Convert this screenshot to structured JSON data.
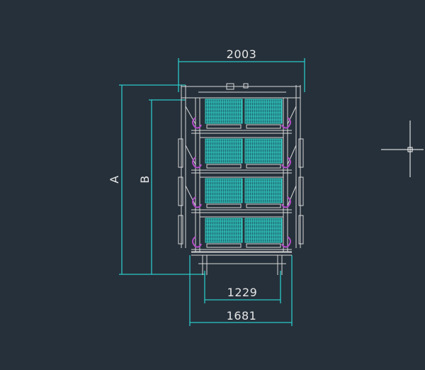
{
  "drawing": {
    "dimensions": {
      "top_width": "2003",
      "inner_width": "1229",
      "base_width": "1681",
      "height_a": "A",
      "height_b": "B"
    },
    "tiers": 4,
    "cells_per_tier": 2
  },
  "colors": {
    "background": "#26303a",
    "dimension": "#2bc8c8",
    "frame": "#d8d8d8",
    "mesh": "#35d0c4",
    "hook": "#b34cc8",
    "text": "#e6e6e6",
    "crosshair": "#ffffff"
  },
  "cursor": {
    "icon": "crosshair-cursor-icon"
  }
}
